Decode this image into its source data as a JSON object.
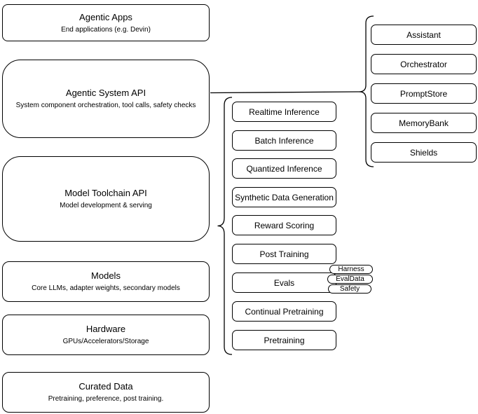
{
  "colors": {
    "stroke": "#000000",
    "node_fill": "#ffffff",
    "background": "#ffffff"
  },
  "left_column": [
    {
      "title": "Agentic Apps",
      "subtitle": "End applications (e.g. Devin)"
    },
    {
      "title": "Agentic System API",
      "subtitle": "System component orchestration, tool calls, safety checks"
    },
    {
      "title": "Model Toolchain API",
      "subtitle": "Model development & serving"
    },
    {
      "title": "Models",
      "subtitle": "Core LLMs, adapter weights, secondary models"
    },
    {
      "title": "Hardware",
      "subtitle": "GPUs/Accelerators/Storage"
    },
    {
      "title": "Curated Data",
      "subtitle": "Pretraining, preference, post training."
    }
  ],
  "toolchain_items": [
    "Realtime Inference",
    "Batch Inference",
    "Quantized Inference",
    "Synthetic Data Generation",
    "Reward Scoring",
    "Post Training",
    "Evals",
    "Continual Pretraining",
    "Pretraining"
  ],
  "eval_tags": [
    "Harness",
    "EvalData",
    "Safety"
  ],
  "system_components": [
    "Assistant",
    "Orchestrator",
    "PromptStore",
    "MemoryBank",
    "Shields"
  ]
}
